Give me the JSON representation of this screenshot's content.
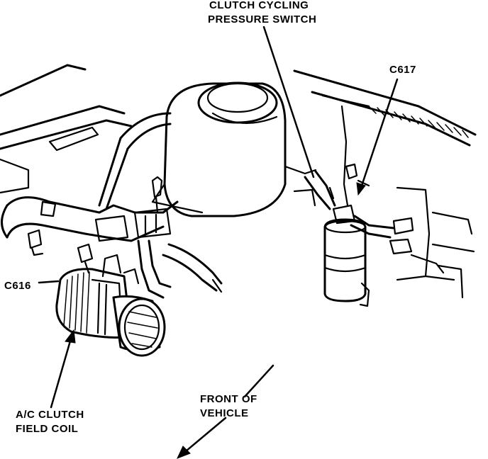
{
  "labels": {
    "clutch_cycling_line1": "CLUTCH CYCLING",
    "clutch_cycling_line2": "PRESSURE SWITCH",
    "c617": "C617",
    "c616": "C616",
    "ac_clutch_line1": "A/C CLUTCH",
    "ac_clutch_line2": "FIELD COIL",
    "front_line1": "FRONT OF",
    "front_line2": "VEHICLE"
  },
  "colors": {
    "ink": "#000000",
    "paper": "#ffffff"
  }
}
